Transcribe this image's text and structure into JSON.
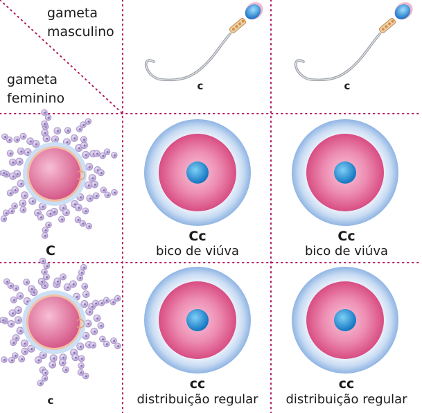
{
  "header": {
    "male_line1": "gameta",
    "male_line2": "masculino",
    "female_line1": "gameta",
    "female_line2": "feminino"
  },
  "columns": [
    {
      "gamete_allele": "c",
      "icon": "sperm-icon"
    },
    {
      "gamete_allele": "c",
      "icon": "sperm-icon"
    }
  ],
  "rows": [
    {
      "gamete_allele": "C",
      "icon": "egg-cell-icon",
      "cells": [
        {
          "genotype": "Cc",
          "phenotype": "bico de viúva",
          "icon": "zygote-icon"
        },
        {
          "genotype": "Cc",
          "phenotype": "bico de viúva",
          "icon": "zygote-icon"
        }
      ]
    },
    {
      "gamete_allele": "c",
      "icon": "egg-cell-icon",
      "cells": [
        {
          "genotype": "cc",
          "phenotype": "distribuição regular",
          "icon": "zygote-icon"
        },
        {
          "genotype": "cc",
          "phenotype": "distribuição regular",
          "icon": "zygote-icon"
        }
      ]
    }
  ],
  "colors": {
    "grid_line": "#b0185f",
    "halo": "#a7c6ea",
    "cytoplasm": "#d84d82",
    "nucleus": "#1d8fd1",
    "sperm_head": "#2f86d3",
    "follicle_cell": "#c4b4dc"
  }
}
